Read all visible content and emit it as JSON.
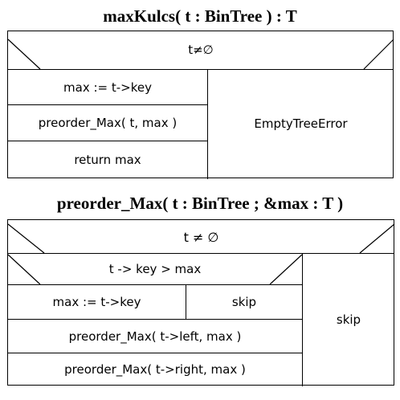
{
  "diagram1": {
    "title": "maxKulcs( t : BinTree ) : T",
    "condition": "t≠∅",
    "then_statements": [
      "max := t->key",
      "preorder_Max( t, max )",
      "return max"
    ],
    "else_statement": "EmptyTreeError"
  },
  "diagram2": {
    "title": "preorder_Max( t : BinTree ; &max : T )",
    "condition": "t ≠ ∅",
    "inner_condition": "t -> key > max",
    "inner_then": "max := t->key",
    "inner_else": "skip",
    "then_statements": [
      "preorder_Max( t->left, max )",
      "preorder_Max( t->right, max )"
    ],
    "else_statement": "skip"
  }
}
